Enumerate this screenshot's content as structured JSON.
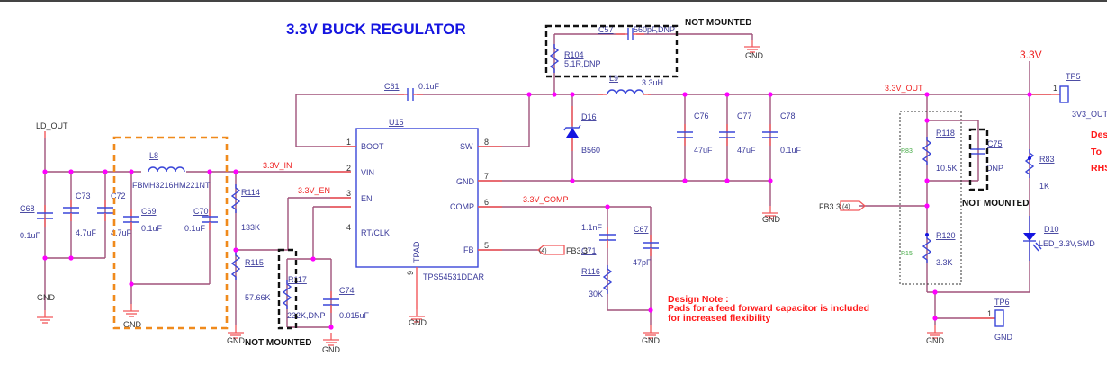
{
  "title": "3.3V BUCK REGULATOR",
  "nets": {
    "ld_out": "LD_OUT",
    "v_in": "3.3V_IN",
    "v_en": "3.3V_EN",
    "v_comp": "3.3V_COMP",
    "v_out": "3.3V_OUT",
    "v_rail": "3.3V",
    "fb_port": "FB3.3",
    "fb_port_sheet": "(4)"
  },
  "ic": {
    "ref": "U15",
    "part": "TPS54531DDAR",
    "pins": [
      {
        "num": "1",
        "name": "BOOT"
      },
      {
        "num": "2",
        "name": "VIN"
      },
      {
        "num": "3",
        "name": "EN"
      },
      {
        "num": "4",
        "name": "RT/CLK"
      },
      {
        "num": "8",
        "name": "SW"
      },
      {
        "num": "7",
        "name": "GND"
      },
      {
        "num": "6",
        "name": "COMP"
      },
      {
        "num": "5",
        "name": "FB"
      },
      {
        "num": "9",
        "name": "TPAD"
      }
    ]
  },
  "components": {
    "C68": {
      "ref": "C68",
      "value": "0.1uF"
    },
    "C73": {
      "ref": "C73",
      "value": "4.7uF"
    },
    "C72": {
      "ref": "C72",
      "value": "4.7uF"
    },
    "C69": {
      "ref": "C69",
      "value": "0.1uF"
    },
    "C70": {
      "ref": "C70",
      "value": "0.1uF"
    },
    "L8": {
      "ref": "L8",
      "value": "FBMH3216HM221NT"
    },
    "R114": {
      "ref": "R114",
      "value": "133K"
    },
    "R115": {
      "ref": "R115",
      "value": "57.66K"
    },
    "R117": {
      "ref": "R117",
      "value": "232K,DNP"
    },
    "C74": {
      "ref": "C74",
      "value": "0.015uF"
    },
    "C61": {
      "ref": "C61",
      "value": "0.1uF"
    },
    "C57": {
      "ref": "C57",
      "value": "560pF,DNP"
    },
    "R104": {
      "ref": "R104",
      "value": "5.1R,DNP"
    },
    "L9": {
      "ref": "L9",
      "value": "3.3uH"
    },
    "D16": {
      "ref": "D16",
      "value": "B560"
    },
    "C76": {
      "ref": "C76",
      "value": "47uF"
    },
    "C77": {
      "ref": "C77",
      "value": "47uF"
    },
    "C78": {
      "ref": "C78",
      "value": "0.1uF"
    },
    "C71": {
      "ref": "C71",
      "value": "1.1nF"
    },
    "C67": {
      "ref": "C67",
      "value": "47pF"
    },
    "R116": {
      "ref": "R116",
      "value": "30K"
    },
    "R118": {
      "ref": "R118",
      "value": "10.5K"
    },
    "C75": {
      "ref": "C75",
      "value": "DNP"
    },
    "R120": {
      "ref": "R120",
      "value": "3.3K"
    },
    "R83": {
      "ref": "R83",
      "value": "1K"
    },
    "D10": {
      "ref": "D10",
      "value": "LED_3.3V,SMD"
    },
    "TP5": {
      "ref": "TP5",
      "value": "3V3_OUT",
      "pin": "1"
    },
    "TP6": {
      "ref": "TP6",
      "value": "GND",
      "pin": "1"
    }
  },
  "alt_refs": {
    "r_top": "R83",
    "r_bot": "R15"
  },
  "gnd_label": "GND",
  "not_mounted": "NOT MOUNTED",
  "design_note": {
    "heading": "Design Note :",
    "line1": "Pads for a feed forward capacitor is included",
    "line2": "for increased flexibility"
  },
  "side_note": {
    "line1": "Des",
    "line2": "To",
    "line3": "RHS"
  }
}
